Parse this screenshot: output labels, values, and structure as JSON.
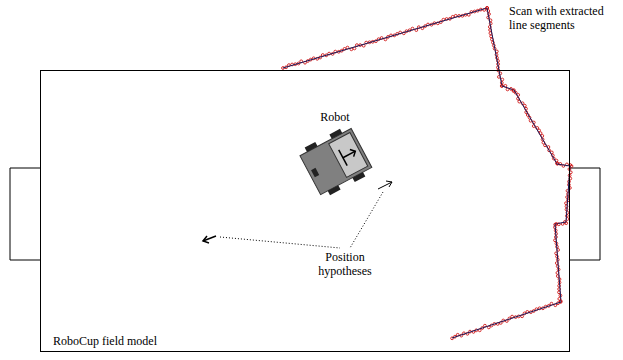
{
  "diagram": {
    "nodes": [
      {
        "text": [
          "RoboCup field model"
        ]
      }
    ],
    "labels": [
      "Scan with extracted line segments",
      "Robot",
      "Position hypotheses"
    ]
  }
}
